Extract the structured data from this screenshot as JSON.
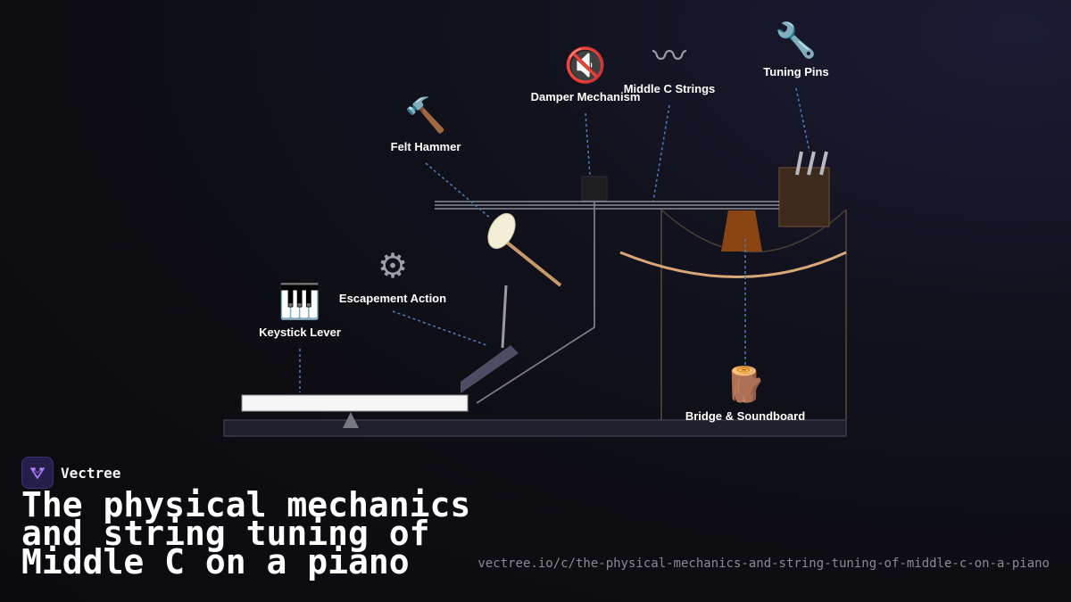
{
  "brand": {
    "name": "Vectree"
  },
  "title": "The physical mechanics and string tuning of Middle C on a piano",
  "url": "vectree.io/c/the-physical-mechanics-and-string-tuning-of-middle-c-on-a-piano",
  "labels": {
    "damper": "Damper Mechanism",
    "strings": "Middle C Strings",
    "tuning": "Tuning Pins",
    "hammer": "Felt Hammer",
    "escapement": "Escapement Action",
    "keystick": "Keystick Lever",
    "soundboard": "Bridge & Soundboard"
  },
  "icons": {
    "damper": "muted-speaker-icon",
    "strings": "wavy-strings-icon",
    "tuning": "wrench-icon",
    "hammer": "hammer-icon",
    "escapement": "gear-icon",
    "keystick": "piano-keys-icon",
    "soundboard": "wood-log-icon"
  },
  "colors": {
    "leader": "#4d7fc0",
    "bridge": "#8b4513",
    "soundboard": "#d9a878",
    "pinblock": "#3d2a1a",
    "key": "#f5f5f5",
    "hammer_felt": "#f3eed6"
  }
}
